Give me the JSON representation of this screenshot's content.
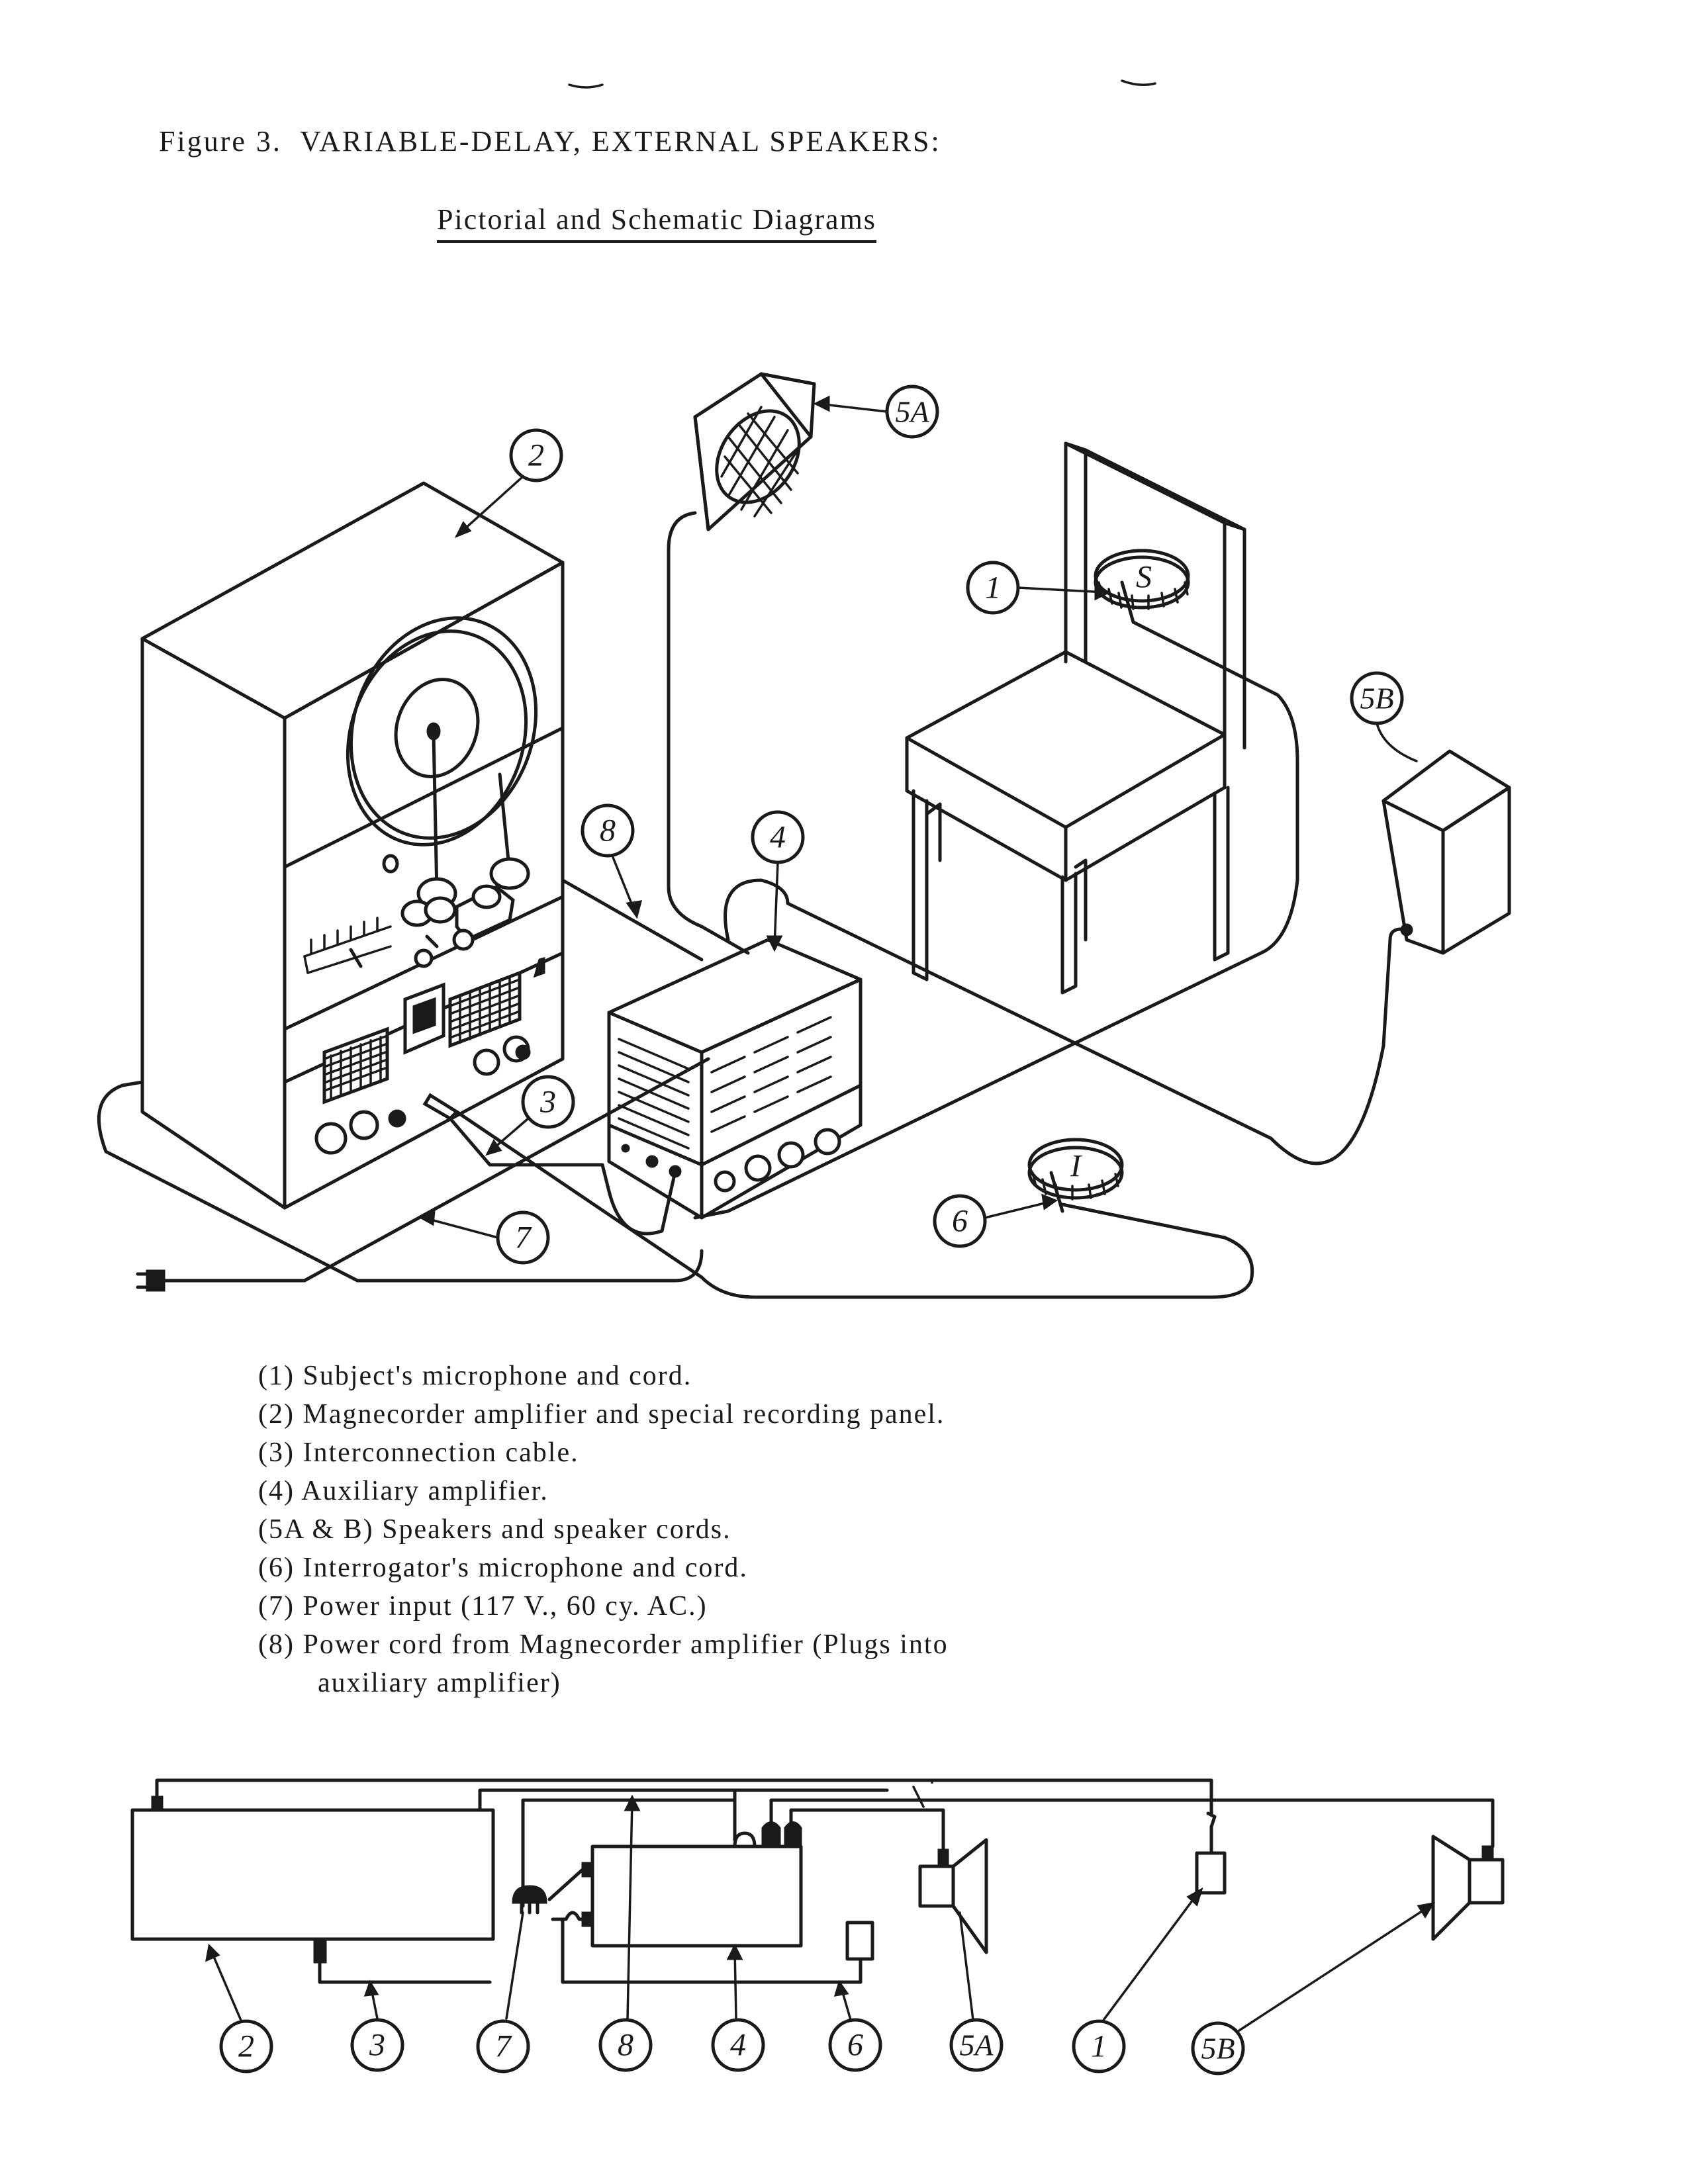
{
  "header": {
    "figure_number": "Figure 3.",
    "figure_title": "VARIABLE-DELAY, EXTERNAL SPEAKERS:",
    "subtitle": "Pictorial and Schematic Diagrams"
  },
  "pictorial": {
    "callouts": {
      "c1": "1",
      "c2": "2",
      "c3": "3",
      "c4": "4",
      "c5a": "5A",
      "c5b": "5B",
      "c6": "6",
      "c7": "7",
      "c8": "8"
    },
    "mic_subject_letter": "S",
    "mic_interrogator_letter": "I"
  },
  "legend": {
    "items": [
      "(1) Subject's microphone and cord.",
      "(2) Magnecorder amplifier and special recording panel.",
      "(3) Interconnection cable.",
      "(4) Auxiliary amplifier.",
      "(5A & B) Speakers and speaker cords.",
      "(6) Interrogator's microphone and cord.",
      "(7) Power input (117 V., 60 cy. AC.)",
      "(8) Power cord from Magnecorder amplifier (Plugs into"
    ],
    "continuation": "auxiliary amplifier)"
  },
  "schematic": {
    "labels": [
      "2",
      "3",
      "7",
      "8",
      "4",
      "6",
      "5A",
      "1",
      "5B"
    ]
  }
}
